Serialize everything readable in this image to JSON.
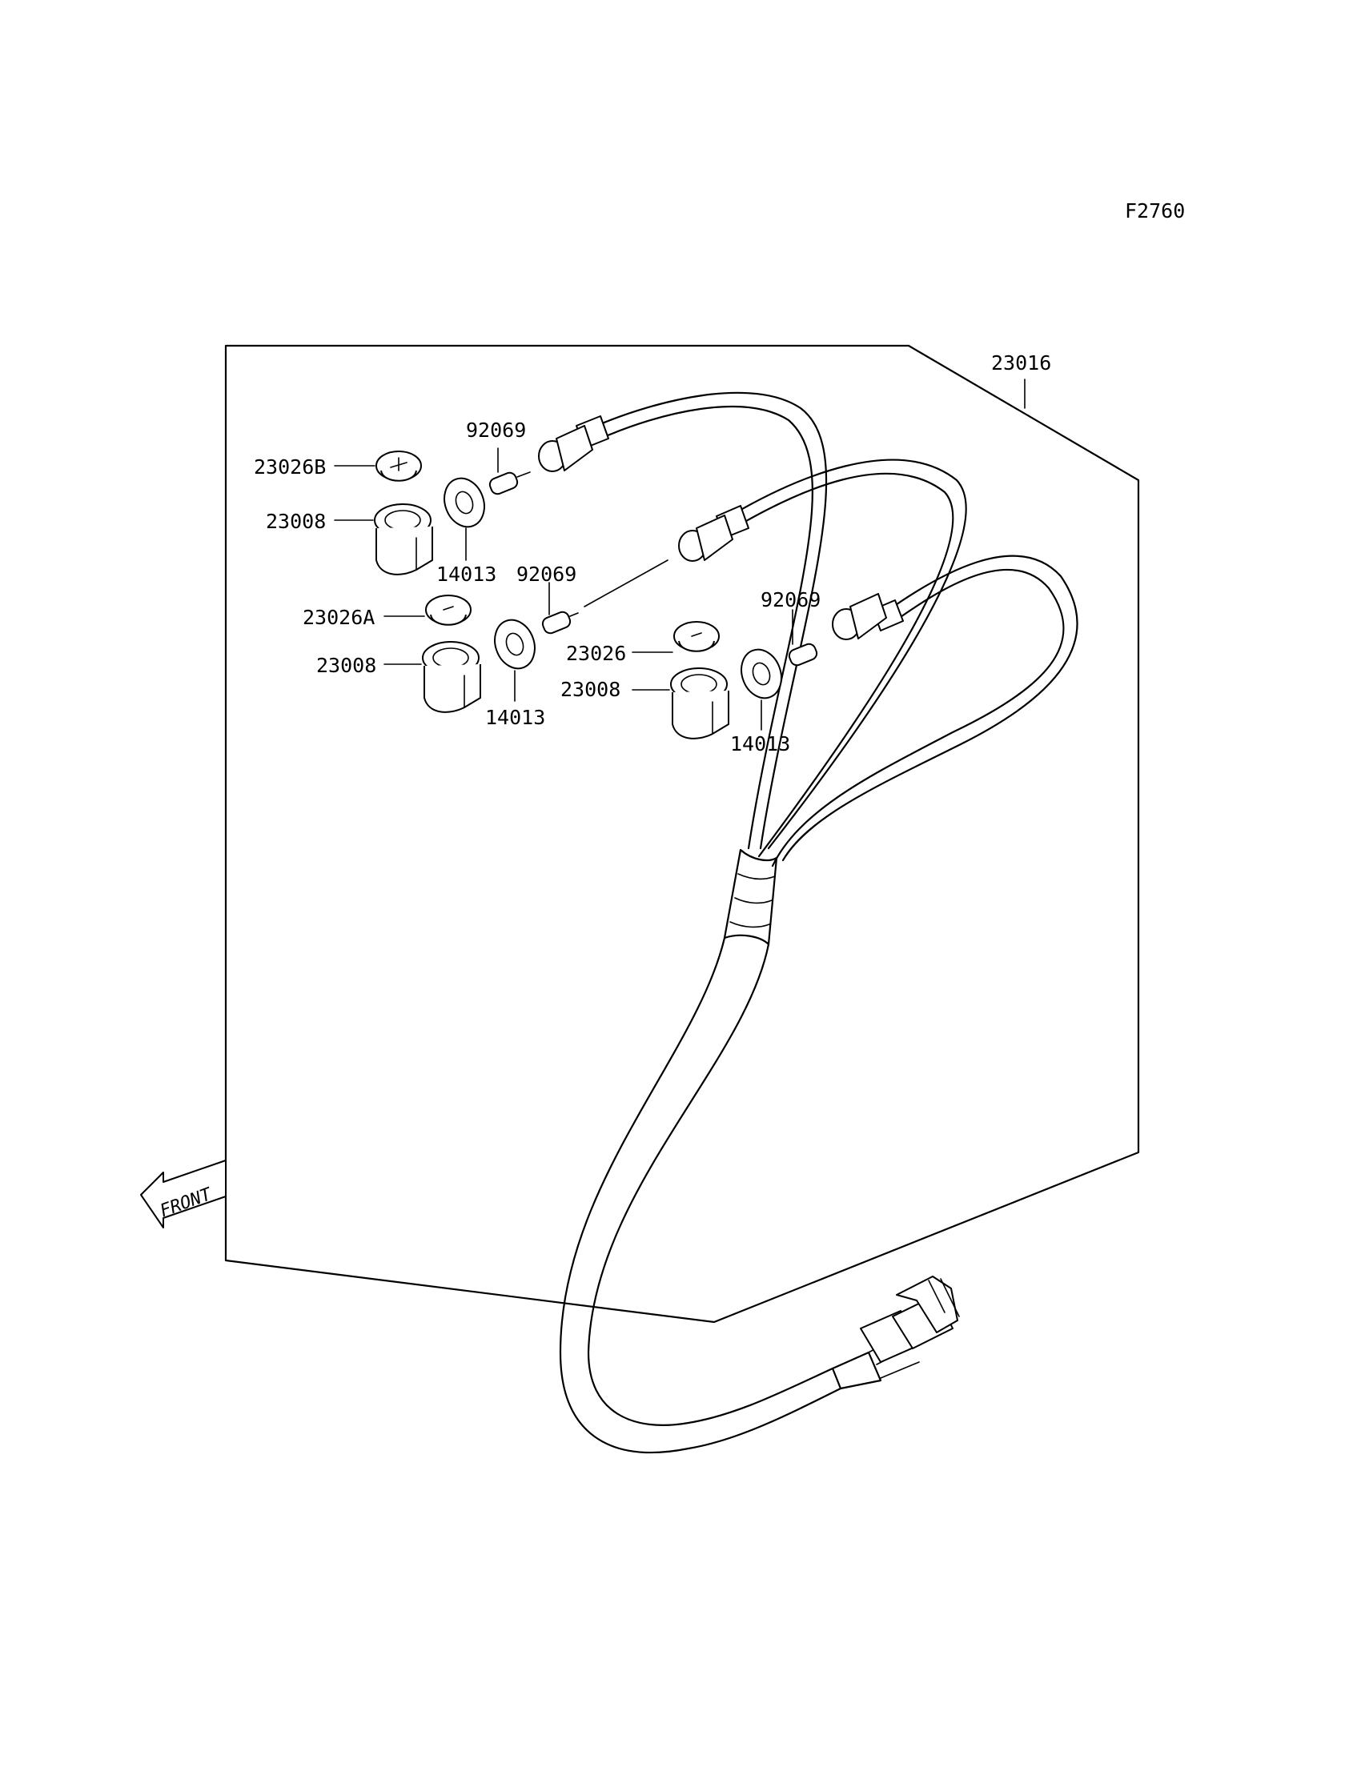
{
  "figure_code": "F2760",
  "front_label": "FRONT",
  "callouts": {
    "harness": "23016",
    "cap_b": "23026B",
    "socket_left": "23008",
    "washer_left": "14013",
    "bulb_top": "92069",
    "bulb_mid": "92069",
    "cap_a": "23026A",
    "socket_mid": "23008",
    "washer_mid": "14013",
    "cap_right": "23026",
    "socket_right": "23008",
    "bulb_right": "92069",
    "washer_right": "14013"
  }
}
